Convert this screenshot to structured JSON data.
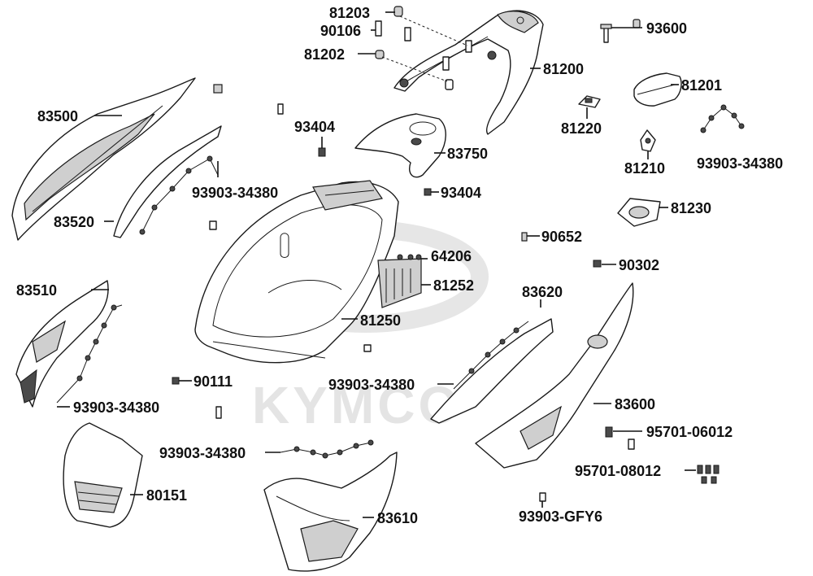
{
  "watermark": "KYMCO",
  "callouts": {
    "c81203": "81203",
    "c90106": "90106",
    "c81202": "81202",
    "c93600": "93600",
    "c81200": "81200",
    "c81201": "81201",
    "c83500": "83500",
    "c93404a": "93404",
    "c81220": "81220",
    "c83750": "83750",
    "c81210": "81210",
    "c93903_a": "93903-34380",
    "c93903_b": "93903-34380",
    "c93404b": "93404",
    "c83520": "83520",
    "c81230": "81230",
    "c90652": "90652",
    "c64206": "64206",
    "c90302": "90302",
    "c83510": "83510",
    "c81252": "81252",
    "c83620": "83620",
    "c81250": "81250",
    "c90111": "90111",
    "c93903_c": "93903-34380",
    "c93903_d": "93903-34380",
    "c83600": "83600",
    "c95701_06012": "95701-06012",
    "c93903_e": "93903-34380",
    "c95701_08012": "95701-08012",
    "c80151": "80151",
    "c83610": "83610",
    "c93903_gfy6": "93903-GFY6"
  }
}
